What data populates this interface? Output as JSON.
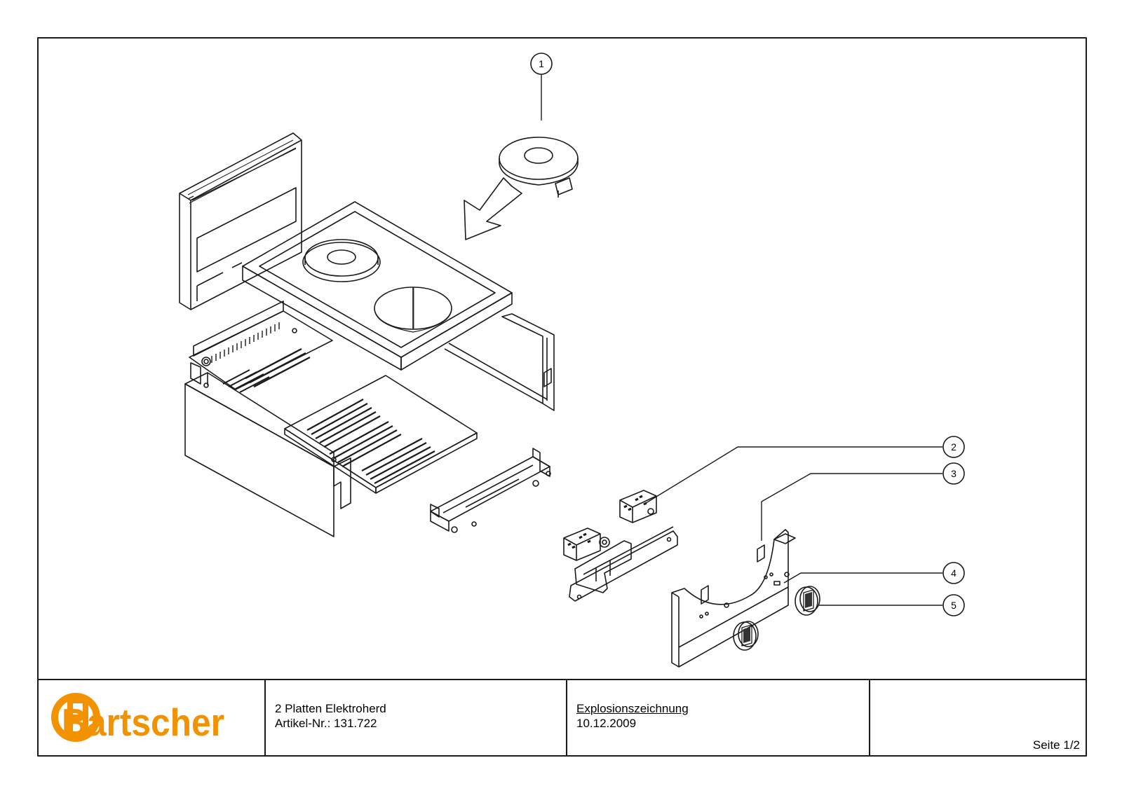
{
  "drawing": {
    "callouts": [
      "1",
      "2",
      "3",
      "4",
      "5"
    ]
  },
  "title_block": {
    "logo_text": "Bartscher",
    "logo_color": "#f39200",
    "product_name": "2 Platten Elektroherd",
    "article_no": "Artikel-Nr.: 131.722",
    "drawing_type": "Explosionszeichnung",
    "date": "10.12.2009",
    "page": "Seite 1/2"
  }
}
